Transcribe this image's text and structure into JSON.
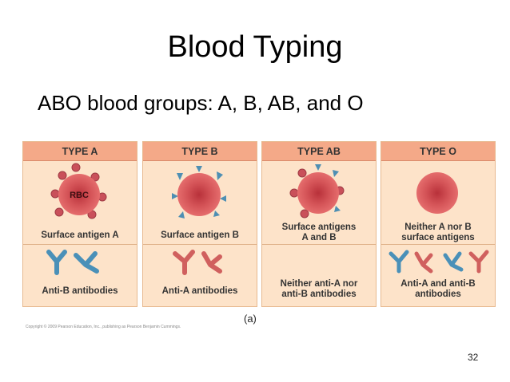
{
  "slide": {
    "title": "Blood Typing",
    "subtitle": "ABO blood groups: A, B, AB, and O",
    "caption": "(a)",
    "copyright": "Copyright © 2009 Pearson Education, Inc., publishing as Pearson Benjamin Cummings.",
    "page_number": "32"
  },
  "panels": [
    {
      "header": "TYPE A",
      "cell_label": "RBC",
      "surface_label": "Surface antigen A",
      "antibody_label": "Anti-B antibodies"
    },
    {
      "header": "TYPE B",
      "surface_label": "Surface antigen B",
      "antibody_label": "Anti-A antibodies"
    },
    {
      "header": "TYPE AB",
      "surface_label_lines": [
        "Surface antigens",
        "A and B"
      ],
      "antibody_label_lines": [
        "Neither anti-A nor",
        "anti-B antibodies"
      ]
    },
    {
      "header": "TYPE O",
      "surface_label_lines": [
        "Neither A nor B",
        "surface antigens"
      ],
      "antibody_label_lines": [
        "Anti-A and anti-B",
        "antibodies"
      ]
    }
  ],
  "colors": {
    "panel_bg": "#fde3c9",
    "header_bg": "#f4a988",
    "rbc": "#d9534f",
    "antigen_a": "#c9505a",
    "antigen_b": "#4e8fb3",
    "antibody_blue": "#4a90b8",
    "antibody_red": "#d0605e"
  }
}
